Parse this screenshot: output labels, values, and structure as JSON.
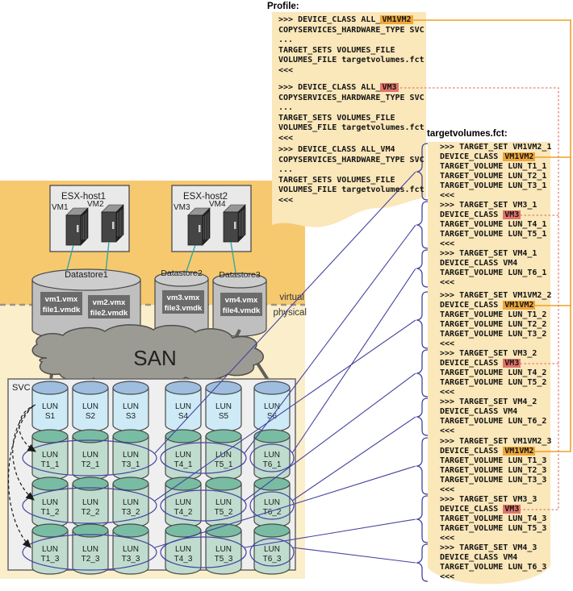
{
  "colors": {
    "virtual_bg": "#F6C96F",
    "physical_bg": "#FBEECB",
    "note_bg": "#FAE7BA",
    "highlight_orange": "#EFA63A",
    "highlight_red": "#E2746B",
    "connector_navy": "#40409A",
    "cloud_gray": "#9B9B93",
    "source_lun_top": "#9FBEDF",
    "source_lun_body": "#CDEAF6",
    "target_lun_top": "#79BCA4",
    "target_lun_body": "#BFDCCE"
  },
  "profile": {
    "title": "Profile:",
    "blocks": [
      {
        "lines": [
          ">>> DEVICE_CLASS ALL_VM1VM2",
          "COPYSERVICES_HARDWARE_TYPE SVC",
          "...",
          "TARGET_SETS VOLUMES_FILE",
          "VOLUMES_FILE targetvolumes.fct",
          "<<<"
        ],
        "highlight": {
          "line": 0,
          "token": "VM1VM2",
          "style": "orange"
        }
      },
      {
        "lines": [
          ">>> DEVICE_CLASS ALL_VM3",
          "COPYSERVICES_HARDWARE_TYPE SVC",
          "...",
          "TARGET_SETS VOLUMES_FILE",
          "VOLUMES_FILE targetvolumes.fct",
          "<<<"
        ],
        "highlight": {
          "line": 0,
          "token": "VM3",
          "style": "red"
        }
      },
      {
        "lines": [
          ">>> DEVICE_CLASS ALL_VM4",
          "COPYSERVICES_HARDWARE_TYPE SVC",
          "...",
          "TARGET_SETS VOLUMES_FILE",
          "VOLUMES_FILE targetvolumes.fct",
          "<<<"
        ]
      }
    ]
  },
  "fct": {
    "title": "targetvolumes.fct:",
    "groups": [
      [
        {
          "lines": [
            ">>> TARGET_SET VM1VM2_1",
            "DEVICE_CLASS VM1VM2",
            "TARGET_VOLUME LUN_T1_1",
            "TARGET_VOLUME LUN_T2_1",
            "TARGET_VOLUME LUN_T3_1",
            "<<<"
          ],
          "highlight": {
            "line": 1,
            "token": "VM1VM2",
            "style": "orange"
          }
        },
        {
          "lines": [
            ">>> TARGET_SET VM3_1",
            "DEVICE_CLASS VM3",
            "TARGET_VOLUME LUN_T4_1",
            "TARGET_VOLUME LUN_T5_1",
            "<<<"
          ],
          "highlight": {
            "line": 1,
            "token": "VM3",
            "style": "red"
          }
        },
        {
          "lines": [
            ">>> TARGET_SET VM4_1",
            "DEVICE_CLASS VM4",
            "TARGET_VOLUME LUN_T6_1",
            "<<<"
          ]
        }
      ],
      [
        {
          "lines": [
            ">>> TARGET_SET VM1VM2_2",
            "DEVICE_CLASS VM1VM2",
            "TARGET_VOLUME LUN_T1_2",
            "TARGET_VOLUME LUN_T2_2",
            "TARGET_VOLUME LUN_T3_2",
            "<<<"
          ],
          "highlight": {
            "line": 1,
            "token": "VM1VM2",
            "style": "orange"
          }
        },
        {
          "lines": [
            ">>> TARGET_SET VM3_2",
            "DEVICE_CLASS VM3",
            "TARGET_VOLUME LUN_T4_2",
            "TARGET_VOLUME LUN_T5_2",
            "<<<"
          ],
          "highlight": {
            "line": 1,
            "token": "VM3",
            "style": "red"
          }
        },
        {
          "lines": [
            ">>> TARGET_SET VM4_2",
            "DEVICE_CLASS VM4",
            "TARGET_VOLUME LUN_T6_2",
            "<<<"
          ]
        }
      ],
      [
        {
          "lines": [
            ">>> TARGET_SET VM1VM2_3",
            "DEVICE_CLASS VM1VM2",
            "TARGET_VOLUME LUN_T1_3",
            "TARGET_VOLUME LUN_T2_3",
            "TARGET_VOLUME LUN_T3_3",
            "<<<"
          ],
          "highlight": {
            "line": 1,
            "token": "VM1VM2",
            "style": "orange"
          }
        },
        {
          "lines": [
            ">>> TARGET_SET VM3_3",
            "DEVICE_CLASS VM3",
            "TARGET_VOLUME LUN_T4_3",
            "TARGET_VOLUME LUN_T5_3",
            "<<<"
          ],
          "highlight": {
            "line": 1,
            "token": "VM3",
            "style": "red"
          }
        },
        {
          "lines": [
            ">>> TARGET_SET VM4_3",
            "DEVICE_CLASS VM4",
            "TARGET_VOLUME LUN_T6_3",
            "<<<"
          ]
        }
      ]
    ]
  },
  "hosts": [
    {
      "name": "ESX-host1",
      "vms": [
        "VM1",
        "VM2"
      ]
    },
    {
      "name": "ESX-host2",
      "vms": [
        "VM3",
        "VM4"
      ]
    }
  ],
  "datastores": [
    {
      "name": "Datastore1",
      "files": [
        [
          "vm1.vmx",
          "file1.vmdk"
        ],
        [
          "vm2.vmx",
          "file2.vmdk"
        ]
      ]
    },
    {
      "name": "Datastore2",
      "files": [
        [
          "vm3.vmx",
          "file3.vmdk"
        ]
      ]
    },
    {
      "name": "Datastore3",
      "files": [
        [
          "vm4.vmx",
          "file4.vmdk"
        ]
      ]
    }
  ],
  "boundary": {
    "virtual": "virtual",
    "physical": "physical"
  },
  "san": "SAN",
  "svc": {
    "label": "SVC",
    "source_luns": [
      [
        "LUN",
        "S1"
      ],
      [
        "LUN",
        "S2"
      ],
      [
        "LUN",
        "S3"
      ],
      [
        "LUN",
        "S4"
      ],
      [
        "LUN",
        "S5"
      ],
      [
        "LUN",
        "S6"
      ]
    ],
    "target_luns": [
      [
        [
          "LUN",
          "T1_1"
        ],
        [
          "LUN",
          "T2_1"
        ],
        [
          "LUN",
          "T3_1"
        ],
        [
          "LUN",
          "T4_1"
        ],
        [
          "LUN",
          "T5_1"
        ],
        [
          "LUN",
          "T6_1"
        ]
      ],
      [
        [
          "LUN",
          "T1_2"
        ],
        [
          "LUN",
          "T2_2"
        ],
        [
          "LUN",
          "T3_2"
        ],
        [
          "LUN",
          "T4_2"
        ],
        [
          "LUN",
          "T5_2"
        ],
        [
          "LUN",
          "T6_2"
        ]
      ],
      [
        [
          "LUN",
          "T1_3"
        ],
        [
          "LUN",
          "T2_3"
        ],
        [
          "LUN",
          "T3_3"
        ],
        [
          "LUN",
          "T4_3"
        ],
        [
          "LUN",
          "T5_3"
        ],
        [
          "LUN",
          "T6_3"
        ]
      ]
    ]
  }
}
